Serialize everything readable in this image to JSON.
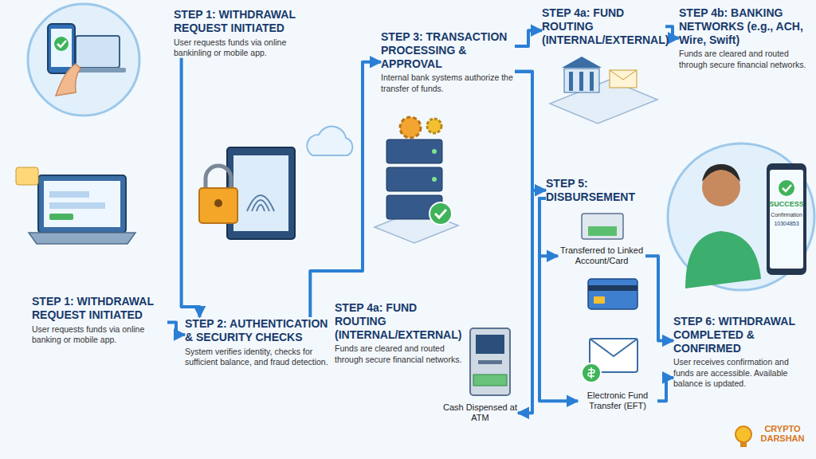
{
  "diagram": {
    "nodes": [
      {
        "text": [
          "STEP 1: WITHDRAWAL REQUEST INITIATED",
          "User requests funds via online bankinling or mobile app."
        ]
      },
      {
        "text": [
          "STEP 3: TRANSACTION PROCESSING & APPROVAL",
          "Internal bank systems authorize the transfer of funds."
        ]
      },
      {
        "text": [
          "STEP 4a: FUND ROUTING (INTERNAL/EXTERNAL)"
        ]
      },
      {
        "text": [
          "STEP 4b: BANKING NETWORKS (e.g., ACH, Wire, Swift)",
          "Funds are cleared and routed through secure financial networks."
        ]
      },
      {
        "text": [
          "STEP 5: DISBURSEMENT"
        ]
      },
      {
        "text": [
          "Transferred to Linked Account/Card"
        ]
      },
      {
        "text": [
          "STEP 1: WITHDRAWAL REQUEST INITIATED",
          "User requests funds via online banking or mobile app."
        ]
      },
      {
        "text": [
          "STEP 2: AUTHENTICATION & SECURITY CHECKS",
          "System verifies identity, checks for sufficient balance, and fraud detection."
        ]
      },
      {
        "text": [
          "STEP 4a: FUND ROUTING (INTERNAL/EXTERNAL)",
          "Funds are cleared and routed through secure financial networks."
        ]
      },
      {
        "text": [
          "Cash Dispensed at ATM"
        ]
      },
      {
        "text": [
          "Electronic Fund Transfer (EFT)"
        ]
      },
      {
        "text": [
          "STEP 6: WITHDRAWAL COMPLETED & CONFIRMED",
          "User receives confirmation and funds are accessible. Available balance is updated."
        ]
      }
    ],
    "edges": [
      {
        "from": 6,
        "to": 7,
        "arrow": "to"
      },
      {
        "from": 0,
        "to": 7,
        "arrow": "to"
      },
      {
        "from": 7,
        "to": 1,
        "arrow": "to"
      },
      {
        "from": 1,
        "to": 2,
        "arrow": "to"
      },
      {
        "from": 2,
        "to": 3,
        "arrow": "to"
      },
      {
        "from": 1,
        "to": 4,
        "arrow": "to"
      },
      {
        "from": 1,
        "to": 9,
        "arrow": "to"
      },
      {
        "from": 4,
        "to": 5,
        "arrow": "to"
      },
      {
        "from": 4,
        "to": 10,
        "arrow": "to"
      },
      {
        "from": 5,
        "to": 11,
        "arrow": "to"
      },
      {
        "from": 10,
        "to": 11,
        "arrow": "to"
      }
    ],
    "labels": [
      "SUCCESS",
      "Confirmation",
      "10304853",
      "CRYPTO DARSHAN"
    ]
  }
}
